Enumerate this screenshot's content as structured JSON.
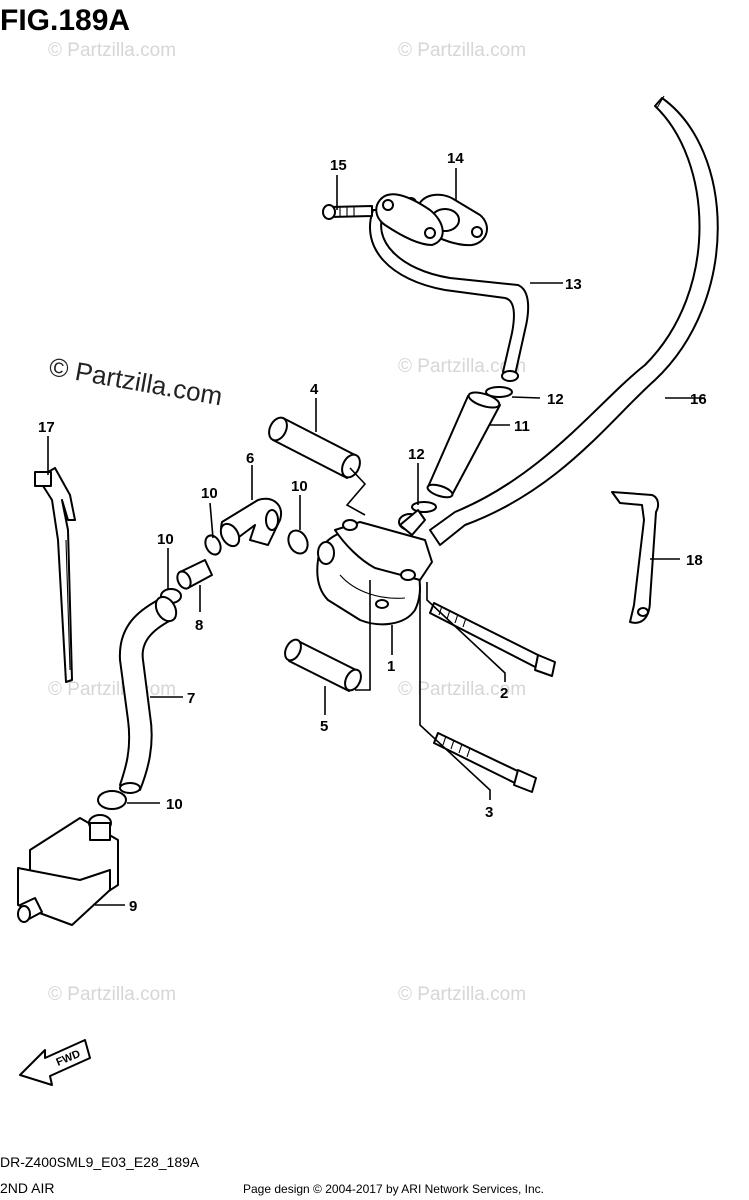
{
  "figure_title": "FIG.189A",
  "watermark_text": "© Partzilla.com",
  "callouts": {
    "c1": "1",
    "c2": "2",
    "c3": "3",
    "c4": "4",
    "c5": "5",
    "c6": "6",
    "c7": "7",
    "c8": "8",
    "c9": "9",
    "c10a": "10",
    "c10b": "10",
    "c10c": "10",
    "c10d": "10",
    "c11": "11",
    "c12a": "12",
    "c12b": "12",
    "c13": "13",
    "c14": "14",
    "c15": "15",
    "c16": "16",
    "c17": "17",
    "c18": "18"
  },
  "fwd_label": "FWD",
  "model_code": "DR-Z400SML9_E03_E28_189A",
  "section_name": "2ND AIR",
  "page_credit": "Page design © 2004-2017 by ARI Network Services, Inc."
}
